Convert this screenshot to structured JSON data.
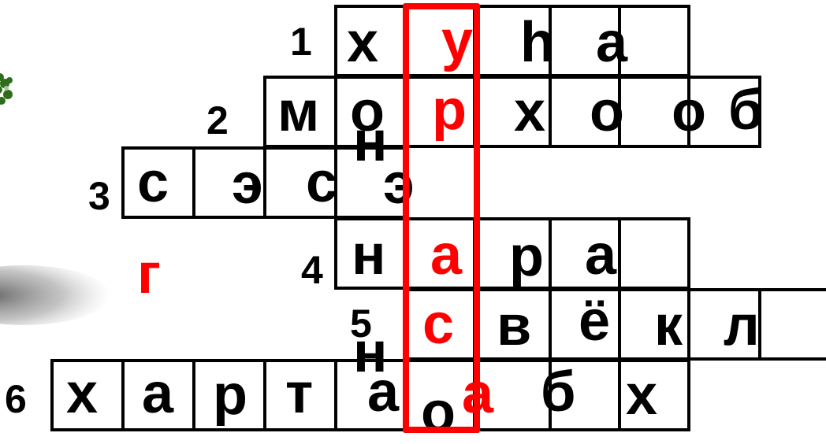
{
  "crossword": {
    "rows": [
      {
        "number": "1",
        "letters": [
          "х",
          "у",
          "һ",
          "а"
        ]
      },
      {
        "number": "2",
        "letters": [
          "м",
          "о",
          "р",
          "х",
          "о",
          "о",
          "б"
        ]
      },
      {
        "number": "3",
        "letters": [
          "с",
          "э",
          "с",
          "э"
        ]
      },
      {
        "number": "4",
        "letters": [
          "н",
          "а",
          "р",
          "а"
        ]
      },
      {
        "number": "5",
        "letters": [
          "с",
          "в",
          "ё",
          "к",
          "л"
        ]
      },
      {
        "number": "6",
        "letters": [
          "х",
          "а",
          "р",
          "т",
          "а",
          "а",
          "б",
          "х"
        ]
      }
    ],
    "extra_letters": {
      "n1": "н",
      "n2": "н",
      "o": "о",
      "g": "г"
    },
    "highlight_color": "#ff0000",
    "text_color": "#000000"
  },
  "decor": {
    "icons": [
      "tree-icon",
      "shadow-blob"
    ]
  }
}
